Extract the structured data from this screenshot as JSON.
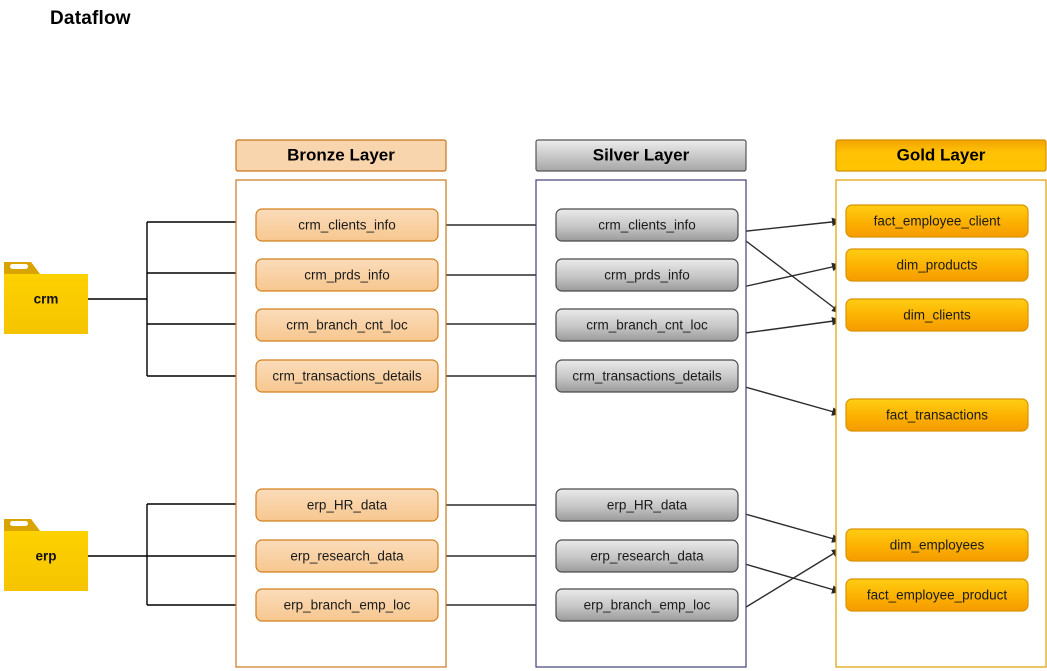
{
  "page": {
    "title": "Dataflow"
  },
  "colors": {
    "bronze_header_fill": "#F8D5AC",
    "bronze_header_border": "#C8761B",
    "bronze_container_border": "#CC7A1E",
    "bronze_node_fill_top": "#FBDCBA",
    "bronze_node_fill_bottom": "#F6C489",
    "bronze_node_border": "#D2801F",
    "silver_header_fill_top": "#E8E8E8",
    "silver_header_fill_bottom": "#A9A9A9",
    "silver_header_border": "#555555",
    "silver_container_border": "#40407A",
    "silver_node_fill_top": "#E6E6E6",
    "silver_node_fill_bottom": "#9D9D9D",
    "silver_node_border": "#4A4A4A",
    "gold_header_fill_top": "#F5A700",
    "gold_header_fill_bottom": "#FFC400",
    "gold_header_border": "#D79000",
    "gold_container_border": "#E0A000",
    "gold_node_fill_top": "#FFCC11",
    "gold_node_fill_bottom": "#F59C00",
    "gold_node_border": "#D99400",
    "folder_fill": "#FFD100",
    "folder_tab": "#D9A400",
    "arrow": "#2b2b2b"
  },
  "sources": [
    {
      "id": "crm",
      "label": "crm",
      "icon": "folder-icon"
    },
    {
      "id": "erp",
      "label": "erp",
      "icon": "folder-icon"
    }
  ],
  "layers": [
    {
      "id": "bronze",
      "title": "Bronze Layer",
      "nodes": [
        {
          "id": "b1",
          "label": "crm_clients_info"
        },
        {
          "id": "b2",
          "label": "crm_prds_info"
        },
        {
          "id": "b3",
          "label": "crm_branch_cnt_loc"
        },
        {
          "id": "b4",
          "label": "crm_transactions_details"
        },
        {
          "id": "b5",
          "label": "erp_HR_data"
        },
        {
          "id": "b6",
          "label": "erp_research_data"
        },
        {
          "id": "b7",
          "label": "erp_branch_emp_loc"
        }
      ]
    },
    {
      "id": "silver",
      "title": "Silver Layer",
      "nodes": [
        {
          "id": "s1",
          "label": "crm_clients_info"
        },
        {
          "id": "s2",
          "label": "crm_prds_info"
        },
        {
          "id": "s3",
          "label": "crm_branch_cnt_loc"
        },
        {
          "id": "s4",
          "label": "crm_transactions_details"
        },
        {
          "id": "s5",
          "label": "erp_HR_data"
        },
        {
          "id": "s6",
          "label": "erp_research_data"
        },
        {
          "id": "s7",
          "label": "erp_branch_emp_loc"
        }
      ]
    },
    {
      "id": "gold",
      "title": "Gold Layer",
      "nodes": [
        {
          "id": "g1",
          "label": "fact_employee_client"
        },
        {
          "id": "g2",
          "label": "dim_products"
        },
        {
          "id": "g3",
          "label": "dim_clients"
        },
        {
          "id": "g4",
          "label": "fact_transactions"
        },
        {
          "id": "g5",
          "label": "dim_employees"
        },
        {
          "id": "g6",
          "label": "fact_employee_product"
        }
      ]
    }
  ]
}
